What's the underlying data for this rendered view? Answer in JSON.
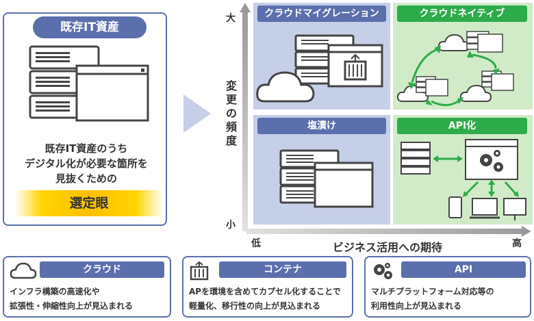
{
  "legacy": {
    "title": "既存IT資産",
    "line1": "既存IT資産のうち",
    "line2": "デジタル化が必要な箇所を",
    "line3": "見抜くための",
    "highlight": "選定眼"
  },
  "axis": {
    "y_high": "大",
    "y_low": "小",
    "y_label_chars": [
      "変",
      "更",
      "の",
      "頻",
      "度"
    ],
    "x_low": "低",
    "x_high": "高",
    "x_label": "ビジネス活用への期待"
  },
  "quadrants": {
    "top_left": "クラウドマイグレーション",
    "top_right": "クラウドネイティブ",
    "bottom_left": "塩漬け",
    "bottom_right": "API化"
  },
  "bottom": {
    "cloud": {
      "title": "クラウド",
      "line1": "インフラ構築の高速化や",
      "line2": "拡張性・伸縮性向上が見込まれる"
    },
    "container": {
      "title": "コンテナ",
      "line1": "APを環境を含めてカプセル化することで",
      "line2": "軽量化、移行性の向上が見込まれる"
    },
    "api": {
      "title": "API",
      "line1": "マルチプラットフォーム対応等の",
      "line2": "利用性向上が見込まれる"
    }
  },
  "colors": {
    "navy": "#5b6fad",
    "green": "#2eab4a",
    "gold": "#ffbf00"
  }
}
